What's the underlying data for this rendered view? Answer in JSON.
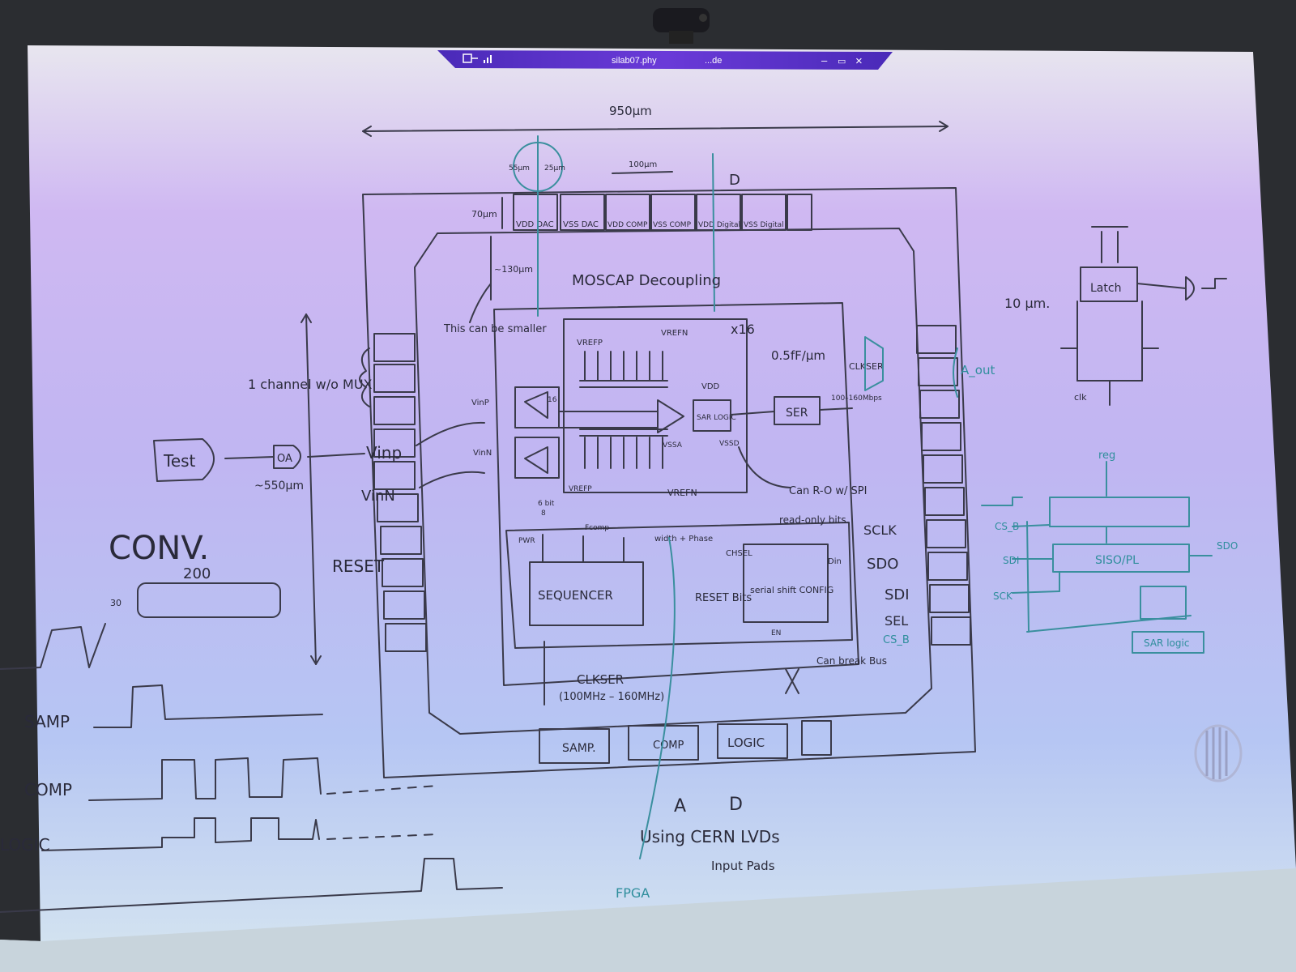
{
  "window": {
    "title": "silab07.phy",
    "title_suffix": "...de",
    "minimize": "–",
    "maximize": "▭",
    "close": "×"
  },
  "labels": {
    "width": "950µm",
    "pad_w1": "55µm",
    "pad_w2": "25µm",
    "pitch": "100µm",
    "pad_h": "70µm",
    "ring_h": "~130µm",
    "pad_D_top": "D",
    "pad1": "VDD DAC",
    "pad2": "VSS DAC",
    "pad3": "VDD COMP",
    "pad4": "VSS COMP",
    "pad5": "VDD Digital",
    "pad6": "VSS Digital",
    "moscap": "MOSCAP Decoupling",
    "smaller": "This can be smaller",
    "vrefp": "VREFP",
    "vrefn_top": "VREFN",
    "vrefp_bot": "VREFP",
    "vrefn_bot": "VREFN",
    "x16": "x16",
    "vinp_in": "VinP",
    "vinn_in": "VinN",
    "vdd": "VDD",
    "vss": "VSSD",
    "vsa": "VSSA",
    "sar": "SAR LOGIC",
    "ser": "SER",
    "clkser": "CLKSER",
    "bitrate": "100–160Mbps",
    "per_um": "0.5fF/µm",
    "aout": "A_out",
    "canreadout": "Can R-O w/ SPI",
    "readonly": "read-only bits",
    "channel": "1 channel w/o MUX",
    "test": "Test",
    "oa": "OA",
    "vinp": "Vinp",
    "vinn": "VinN",
    "dist": "~550µm",
    "reset": "RESET",
    "conv": "CONV.",
    "conv_200": "200",
    "conv_30": "30",
    "samp": "SAMP",
    "comp": "COMP",
    "logic": "LOGIC",
    "sequencer": "SEQUENCER",
    "seq_pwr": "PWR",
    "seq_fcomp": "Fcomp",
    "width_phase": "width + Phase",
    "clkser_bot": "CLKSER",
    "clk_range": "(100MHz – 160MHz)",
    "serial": "serial shift CONFIG",
    "chsel": "CHSEL",
    "reset_bits": "RESET Bits",
    "din": "Din",
    "en": "EN",
    "sclk": "SCLK",
    "sdo": "SDO",
    "sdi": "SDI",
    "sel": "SEL",
    "csb": "CS_B",
    "canbreak": "Can break Bus",
    "pad_samp": "SAMP.",
    "pad_comp": "COMP",
    "pad_logic": "LOGIC",
    "ad_a": "A",
    "ad_d": "D",
    "cern": "Using CERN LVDs",
    "input_pads": "Input Pads",
    "fpga": "FPGA",
    "latch": "Latch",
    "ten_um": "10 µm.",
    "clk": "clk",
    "reg": "reg",
    "siso": "SISO/PL",
    "csb_r": "CS_B",
    "sdi_r": "SDI",
    "sck_r": "SCK",
    "sdo_r": "SDO",
    "sar_logic_r": "SAR logic",
    "bits_6": "6 bit",
    "bits_16": "16",
    "bits_8": "8"
  },
  "colors": {
    "ink": "#3a3a4a",
    "cyan_ink": "#3a8f9e",
    "window_bar": "#5a2fc8"
  }
}
